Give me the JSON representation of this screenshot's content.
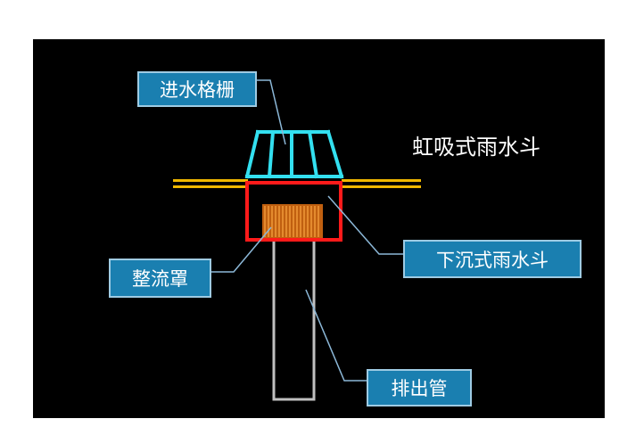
{
  "diagram": {
    "title": "虹吸式雨水斗",
    "labels": {
      "inlet_grille": "进水格栅",
      "sunken_hopper": "下沉式雨水斗",
      "rectifier_cover": "整流罩",
      "drain_pipe": "排出管"
    }
  },
  "colors": {
    "background": "#000000",
    "grille": "#33e0f0",
    "roof_slab": "#f0b800",
    "hopper_outline": "#ff1a1a",
    "rectifier": "#e07818",
    "pipe": "#c0c0c0",
    "leader": "#8cb8d8",
    "label_fill": "#1a7fb0",
    "label_border": "#9ecbe3"
  }
}
